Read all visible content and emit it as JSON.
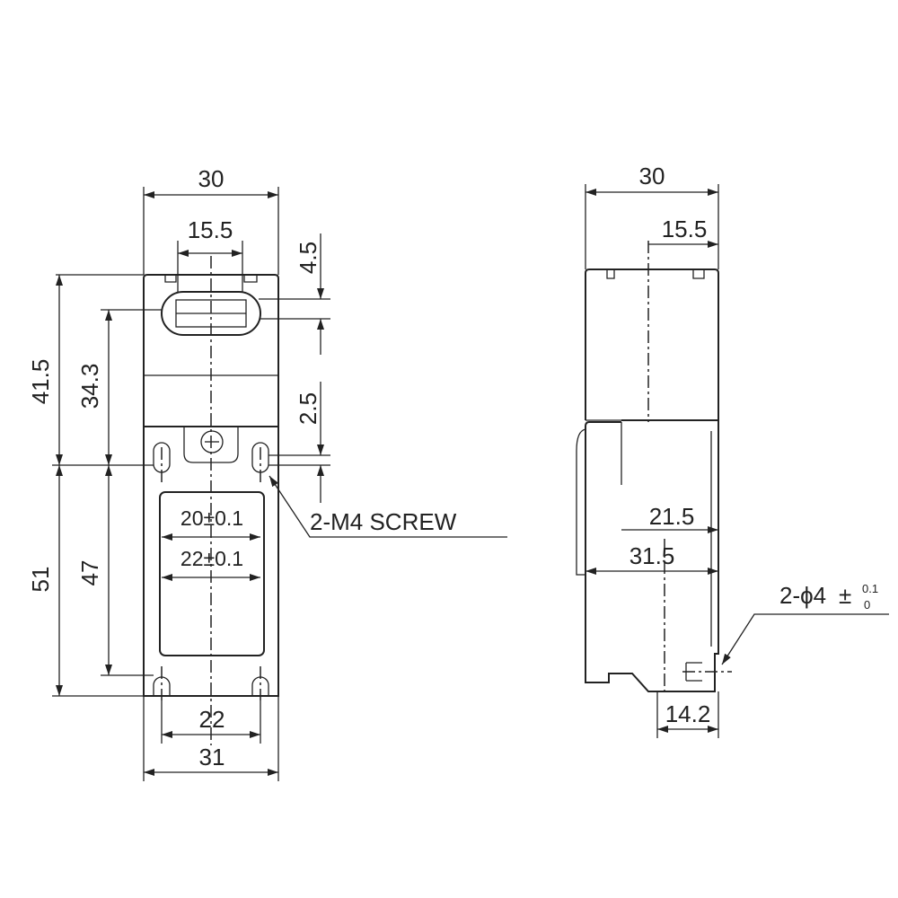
{
  "front_view": {
    "dim_width_top": "30",
    "dim_slot_width": "15.5",
    "dim_slot_height": "4.5",
    "dim_left_upper": "41.5",
    "dim_left_upper_inner": "34.3",
    "dim_right_mid": "2.5",
    "screw_label": "2-M4 SCREW",
    "dim_hole_spacing_inner": "20±0.1",
    "dim_hole_spacing_outer": "22±0.1",
    "dim_left_lower": "51",
    "dim_left_lower_inner": "47",
    "dim_bottom_inner": "22",
    "dim_bottom_outer": "31"
  },
  "side_view": {
    "dim_width_top": "30",
    "dim_offset_top": "15.5",
    "dim_depth_inner": "21.5",
    "dim_depth_outer": "31.5",
    "hole_label_main": "2-ϕ4",
    "hole_label_pm": "±",
    "hole_tol_upper": "0.1",
    "hole_tol_lower": "0",
    "dim_bottom": "14.2"
  }
}
